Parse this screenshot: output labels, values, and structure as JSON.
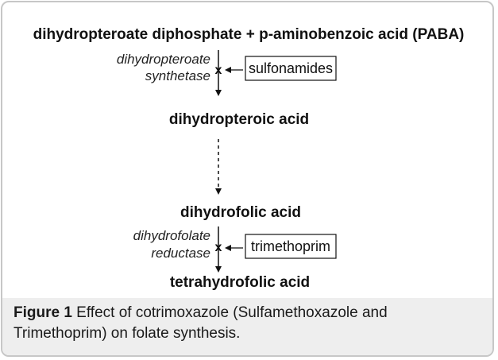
{
  "pathway": {
    "substrates": "dihydropteroate diphosphate + p-aminobenzoic acid (PABA)",
    "intermediate1": "dihydropteroic acid",
    "intermediate2": "dihydrofolic acid",
    "product": "tetrahydrofolic acid"
  },
  "enzymes": {
    "enzyme1_line1": "dihydropteroate",
    "enzyme1_line2": "synthetase",
    "enzyme2_line1": "dihydrofolate",
    "enzyme2_line2": "reductase"
  },
  "inhibitors": {
    "inhibitor1": "sulfonamides",
    "inhibitor2": "trimethoprim",
    "block_mark": "x"
  },
  "caption": {
    "label": "Figure 1",
    "text": " Effect of cotrimoxazole (Sulfamethoxazole and Trimethoprim) on folate synthesis."
  }
}
